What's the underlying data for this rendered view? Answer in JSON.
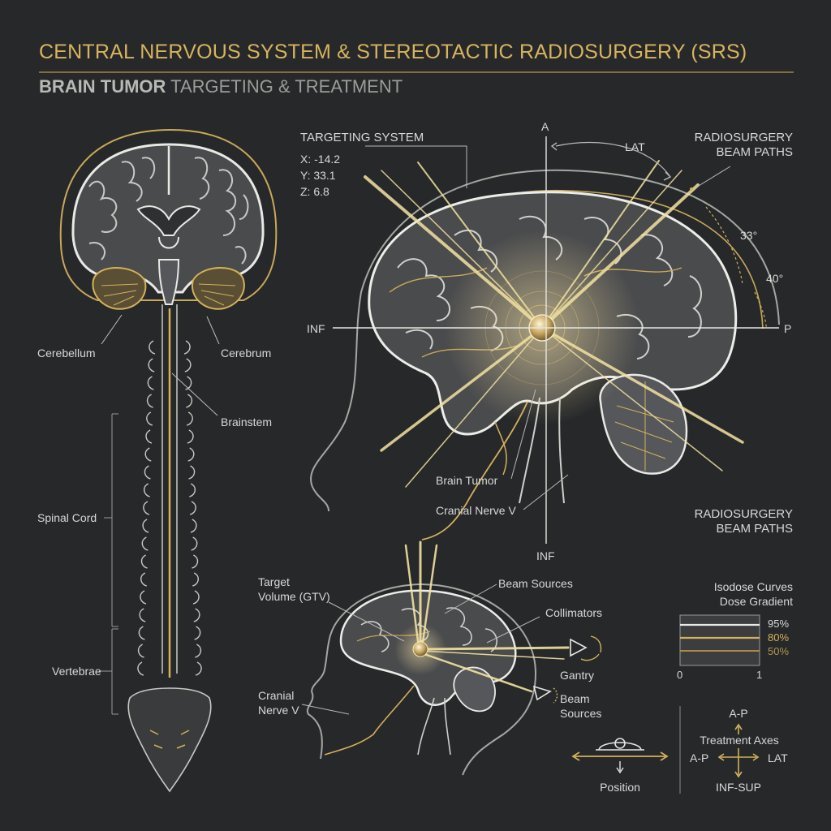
{
  "title": "CENTRAL NERVOUS SYSTEM & STEREOTACTIC RADIOSURGERY (SRS)",
  "subtitle": {
    "strong": "BRAIN TUMOR",
    "rest": " TARGETING & TREATMENT"
  },
  "anatomy": {
    "cerebellum": "Cerebellum",
    "cerebrum": "Cerebrum",
    "brainstem": "Brainstem",
    "spinal_cord": "Spinal Cord",
    "vertebrae": "Vertebrae"
  },
  "targeting": {
    "heading": "TARGETING SYSTEM",
    "x": "X: -14.2",
    "y": "Y: 33.1",
    "z": "Z: 6.8"
  },
  "axes": {
    "top": "A",
    "left": "INF",
    "right": "P",
    "bottom": "INF",
    "lat": "LAT",
    "angle_1": "33°",
    "angle_2": "40°"
  },
  "beam_paths_top": [
    "RADIOSURGERY",
    "BEAM PATHS"
  ],
  "beam_paths_bottom": [
    "RADIOSURGERY",
    "BEAM PATHS"
  ],
  "sagittal_labels": {
    "brain_tumor": "Brain Tumor",
    "cranial_nerve": "Cranial Nerve V"
  },
  "treatment": {
    "target_volume": [
      "Target",
      "Volume (GTV)"
    ],
    "beam_sources_top": "Beam Sources",
    "collimators": "Collimators",
    "gantry": "Gantry",
    "beam_sources_bottom": [
      "Beam",
      "Sources"
    ],
    "cranial_nerve": [
      "Cranial",
      "Nerve V"
    ]
  },
  "isodose": {
    "title": [
      "Isodose Curves",
      "Dose Gradient"
    ],
    "levels": [
      "95%",
      "80%",
      "50%"
    ],
    "axis_min": "0",
    "axis_max": "1"
  },
  "treatment_axes": {
    "title": "Treatment Axes",
    "top": "A-P",
    "left": "A-P",
    "right": "LAT",
    "bottom": "INF-SUP"
  },
  "position": "Position",
  "colors": {
    "background": "#26282a",
    "gold": "#d4b15a",
    "outline": "#e6e6e2",
    "brain_fill": "#4a4b4d"
  }
}
